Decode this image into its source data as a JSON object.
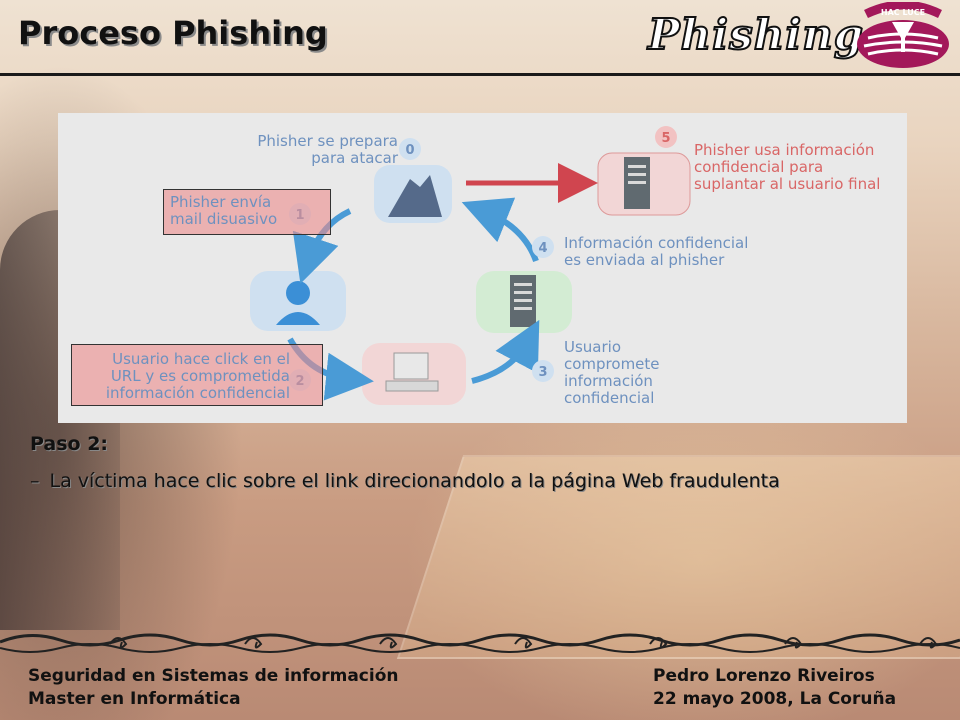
{
  "header": {
    "title": "Proceso Phishing",
    "brand_text": "Phishing",
    "logo_text": "HAC LUCE"
  },
  "diagram": {
    "steps": [
      {
        "number": "0",
        "label": "Phisher se prepara\npara atacar"
      },
      {
        "number": "1",
        "label": "Phisher envía\nmail disuasivo"
      },
      {
        "number": "2",
        "label": "Usuario hace click en el\nURL y es comprometida\ninformación confidencial"
      },
      {
        "number": "3",
        "label": "Usuario\ncompromete\ninformación\nconfidencial"
      },
      {
        "number": "4",
        "label": "Información confidencial\nes enviada al phisher"
      },
      {
        "number": "5",
        "label": "Phisher usa información\nconfidencial para\nsuplantar al usuario final"
      }
    ]
  },
  "content": {
    "step_title": "Paso 2:",
    "bullet_dash": "–",
    "bullet_text": "La víctima hace clic sobre el link direcionandolo a la página Web fraudulenta"
  },
  "footer": {
    "left_line1": "Seguridad en Sistemas de información",
    "left_line2": "Master en Informática",
    "right_line1": "Pedro Lorenzo Riveiros",
    "right_line2": "22 mayo 2008, La Coruña"
  },
  "colors": {
    "diagram_blue": "#6e91bf",
    "diagram_red": "#d96666",
    "arrow_blue": "#4a9bd6",
    "arrow_red": "#d0454f",
    "highlight": "#ec8c8c",
    "logo_purple": "#a3185a"
  }
}
